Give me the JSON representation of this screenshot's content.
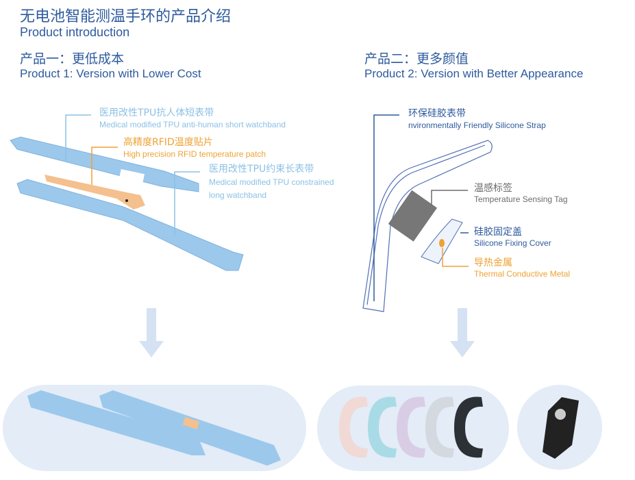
{
  "header": {
    "title": "无电池智能测温手环的产品介绍",
    "subtitle": "Product introduction"
  },
  "product1": {
    "title_zh": "产品一：更低成本",
    "title_en": "Product 1: Version with Lower Cost",
    "labels": [
      {
        "zh": "医用改性TPU抗人体短表带",
        "en": "Medical modified TPU anti-human short watchband"
      },
      {
        "zh": "高精度RFID温度贴片",
        "en": "High precision RFID temperature patch"
      },
      {
        "zh": "医用改性TPU约束长表带",
        "en": "Medical modified TPU constrained",
        "en2": "long watchband"
      }
    ]
  },
  "product2": {
    "title_zh": "产品二：更多颜值",
    "title_en": "Product 2: Version with Better Appearance",
    "labels": [
      {
        "zh": "环保硅胶表带",
        "en": "nvironmentally Friendly Silicone Strap"
      },
      {
        "zh": "温感标签",
        "en": "Temperature Sensing Tag"
      },
      {
        "zh": "硅胶固定盖",
        "en": "Silicone Fixing Cover"
      },
      {
        "zh": "导热金属",
        "en": "Thermal Conductive Metal"
      }
    ]
  },
  "colors": {
    "primary": "#2d5a9c",
    "light_blue": "#8cc0e6",
    "orange": "#eea233",
    "band_bg": "#e3ecf7"
  },
  "band_colors": [
    "#f1d9d6",
    "#a9dbe6",
    "#d9cde6",
    "#d4d9e0",
    "#2c3136"
  ]
}
